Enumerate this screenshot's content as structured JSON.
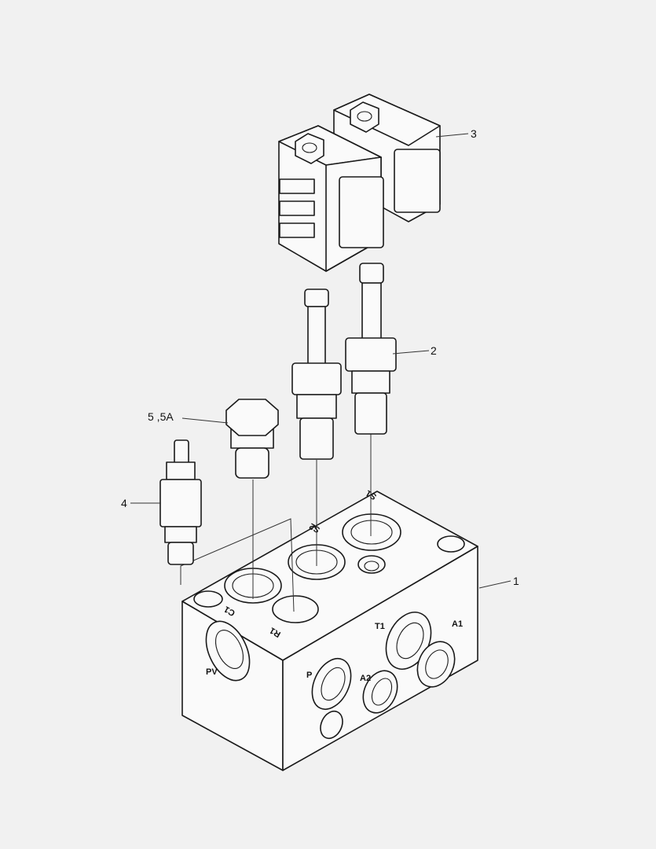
{
  "diagram": {
    "callouts": [
      {
        "id": "1",
        "label": "1"
      },
      {
        "id": "2",
        "label": "2"
      },
      {
        "id": "3",
        "label": "3"
      },
      {
        "id": "4",
        "label": "4"
      },
      {
        "id": "5",
        "label": "5 ,5A"
      }
    ],
    "ports": [
      "PV",
      "P",
      "A2",
      "T1",
      "A1",
      "C1",
      "R1",
      "S2",
      "S1"
    ],
    "colors": {
      "line": "#1a1a1a",
      "background": "#f1f1f1",
      "fill": "#fafafa"
    }
  }
}
